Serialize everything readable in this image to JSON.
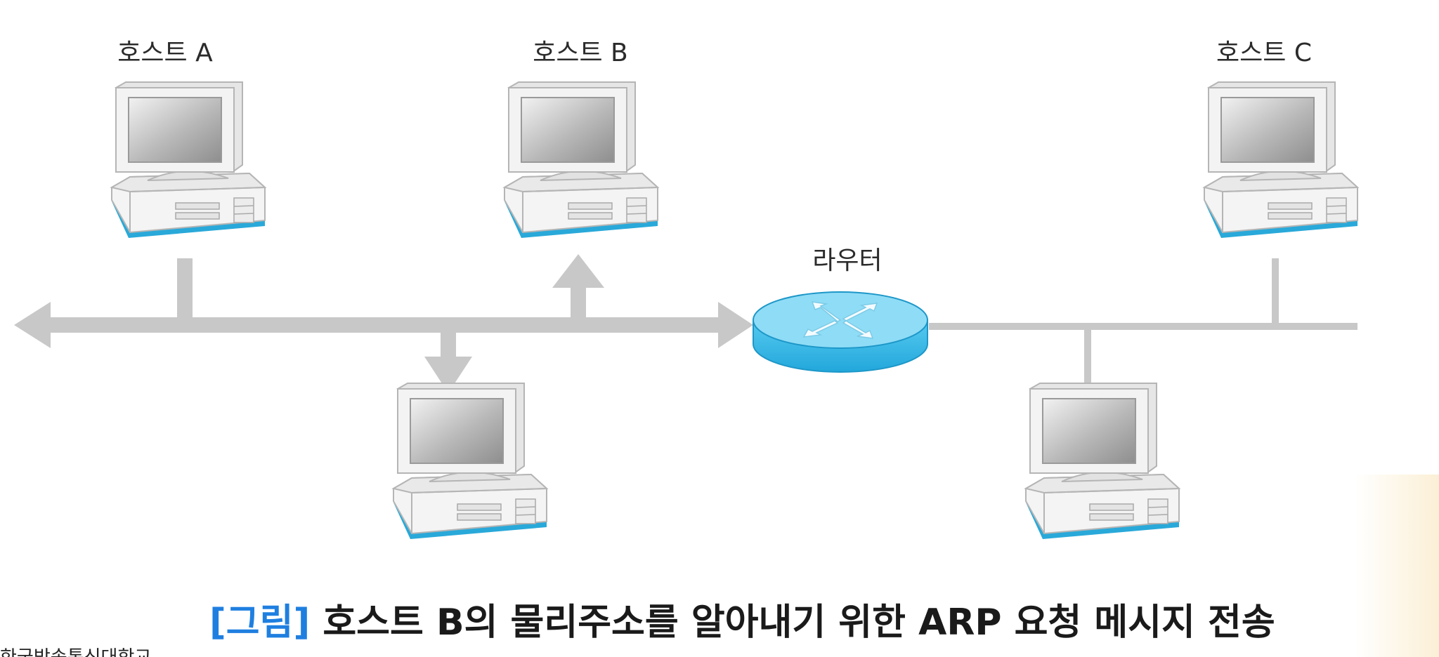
{
  "diagram": {
    "hosts": [
      {
        "id": "A",
        "label": "호스트 A"
      },
      {
        "id": "B",
        "label": "호스트 B"
      },
      {
        "id": "C",
        "label": "호스트 C"
      }
    ],
    "router_label": "라우터",
    "caption": {
      "tag": "[그림]",
      "text": " 호스트 B의 물리주소를 알아내기 위한 ARP 요청 메시지 전송"
    },
    "footer": "한국방송통신대학교",
    "colors": {
      "bus": "#c8c8c8",
      "router_top": "#7fd7f5",
      "router_side": "#3cbde9",
      "monitor_shadow": "#29a9d9",
      "caption_tag": "#1f7fe0"
    }
  }
}
